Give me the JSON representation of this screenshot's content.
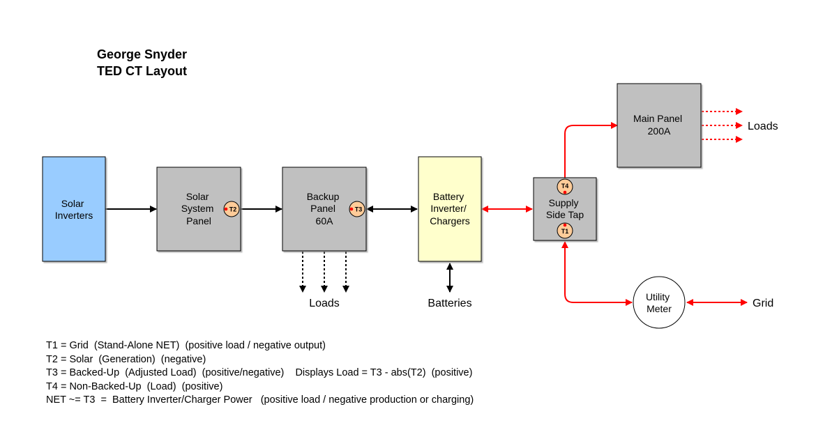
{
  "title": {
    "line1": "George Snyder",
    "line2": "TED CT Layout"
  },
  "boxes": {
    "solar_inverters": [
      "Solar",
      "Inverters"
    ],
    "solar_panel": [
      "Solar",
      "System",
      "Panel"
    ],
    "backup_panel": [
      "Backup",
      "Panel",
      "60A"
    ],
    "battery_inverter": [
      "Battery",
      "Inverter/",
      "Chargers"
    ],
    "supply_tap": [
      "Supply",
      "Side Tap"
    ],
    "main_panel": [
      "Main Panel",
      "200A"
    ],
    "utility_meter": [
      "Utility",
      "Meter"
    ]
  },
  "ct_markers": {
    "t1": "T1",
    "t2": "T2",
    "t3": "T3",
    "t4": "T4"
  },
  "labels": {
    "backup_loads": "Loads",
    "batteries": "Batteries",
    "main_loads": "Loads",
    "grid": "Grid"
  },
  "legend": [
    "T1 = Grid  (Stand-Alone NET)  (positive load / negative output)",
    "T2 = Solar  (Generation)  (negative)",
    "T3 = Backed-Up  (Adjusted Load)  (positive/negative)    Displays Load = T3 - abs(T2)  (positive)",
    "T4 = Non-Backed-Up  (Load)  (positive)",
    "NET ~= T3  =  Battery Inverter/Charger Power   (positive load / negative production or charging)"
  ],
  "colors": {
    "solar_inverters_fill": "#99ccff",
    "panel_fill": "#c0c0c0",
    "battery_fill": "#ffffcc",
    "ct_fill": "#ffcc99",
    "grid_side_line": "#ff0000",
    "local_line": "#000000"
  }
}
